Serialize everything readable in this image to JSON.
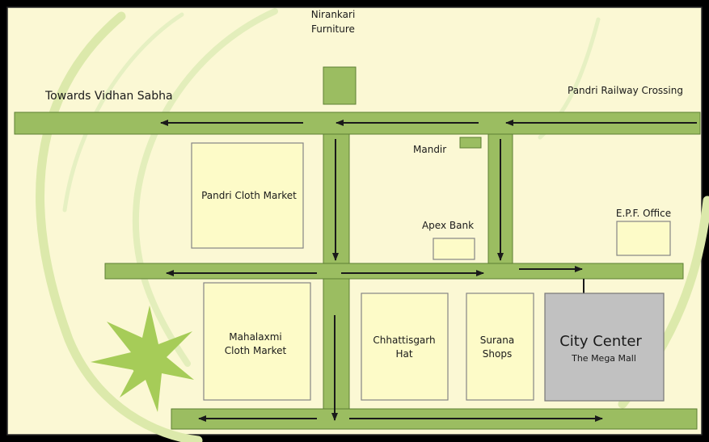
{
  "colors": {
    "background": "#fbf8d4",
    "road": "#9bbd61",
    "road_edge": "#5d7f34",
    "block": "#fdfbc8",
    "block_edge": "#858585",
    "landmark": "#9bbd61",
    "mall": "#c1c1c1",
    "mall_edge": "#777777",
    "swoosh": "#d9e8a4",
    "arrow": "#1a1a1a"
  },
  "labels": {
    "nirankari_line1": "Nirankari",
    "nirankari_line2": "Furniture",
    "towards_vidhan_sabha": "Towards Vidhan Sabha",
    "pandri_railway_crossing": "Pandri Railway Crossing",
    "mandir": "Mandir",
    "pandri_cloth_market": "Pandri Cloth Market",
    "apex_bank": "Apex Bank",
    "epf_office": "E.P.F. Office",
    "mahalaxmi_line1": "Mahalaxmi",
    "mahalaxmi_line2": "Cloth Market",
    "chhattisgarh_line1": "Chhattisgarh",
    "chhattisgarh_line2": "Hat",
    "surana_line1": "Surana",
    "surana_line2": "Shops",
    "city_center_title": "City Center",
    "city_center_subtitle": "The Mega Mall"
  }
}
